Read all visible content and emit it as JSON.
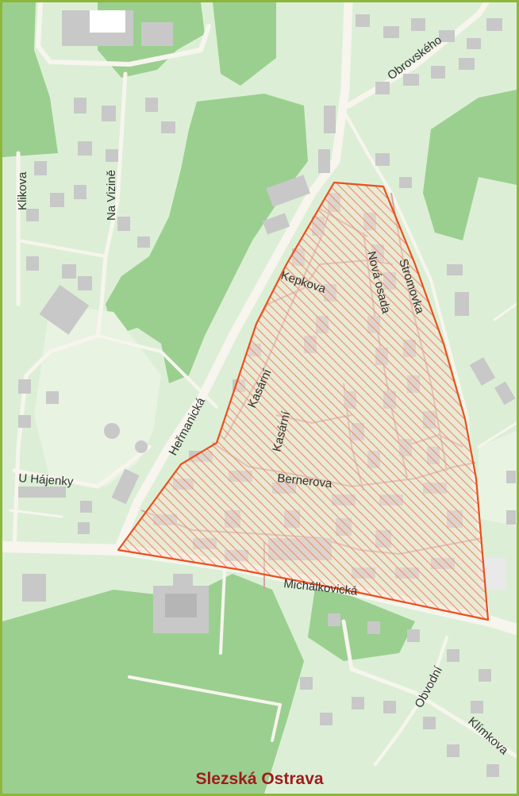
{
  "map": {
    "district_name": "Slezská Ostrava",
    "streets": {
      "obrovskeho": "Obrovského",
      "klikova": "Klikova",
      "na_vizine": "Na Vizině",
      "kepkova": "Kepkova",
      "nova_osada": "Nová osada",
      "stromovka": "Stromovka",
      "hermanicka": "Heřmanická",
      "kasarni_1": "Kasární",
      "kasarni_2": "Kasární",
      "u_hajenky": "U Hájenky",
      "bernerova": "Bernerova",
      "michalkovicka": "Michálkovická",
      "obvodni": "Obvodní",
      "klimkova": "Klímkova"
    },
    "colors": {
      "frame": "#8db63c",
      "background": "#dcefd6",
      "forest": "#9bcf8f",
      "road": "#f7f5ee",
      "building": "#c8c8c8",
      "area_outline": "#e8521e",
      "area_hatch": "#f08a6e",
      "district_label": "#a01c1c"
    }
  }
}
